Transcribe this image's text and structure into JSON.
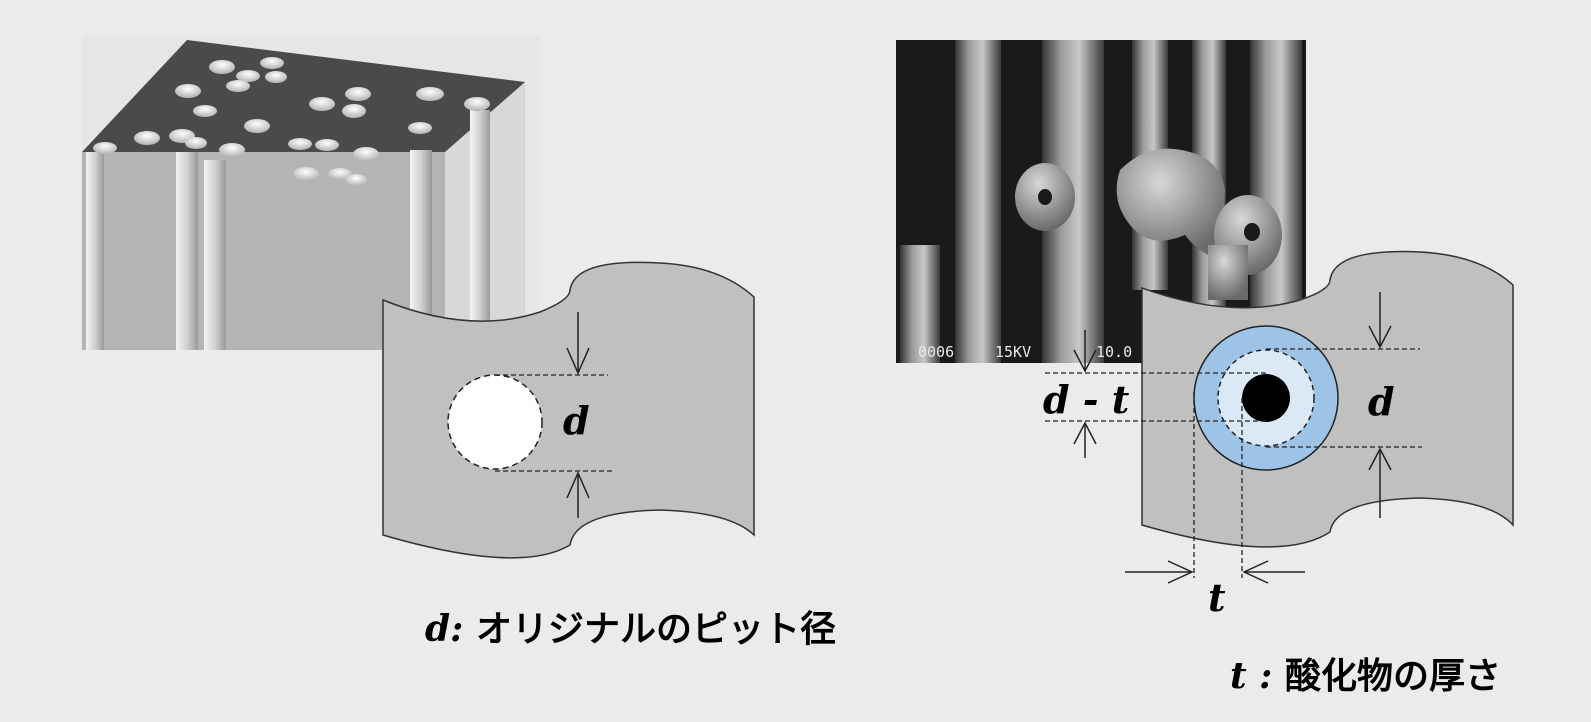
{
  "left_caption": {
    "symbol": "d:",
    "text": " オリジナルのピット径"
  },
  "right_caption": {
    "symbol": "t :",
    "text": " 酸化物の厚さ"
  },
  "labels": {
    "d_left": "d",
    "d_right": "d",
    "d_minus_t": "d - t",
    "t": "t"
  },
  "sem_overlay": {
    "code": "0006",
    "voltage": "15KV",
    "scale": "10.0"
  },
  "colors": {
    "outer_ring": "#9dc3e6",
    "inner_ring": "#dbe9f6",
    "core": "#000000",
    "wall": "#c0c0c0"
  }
}
